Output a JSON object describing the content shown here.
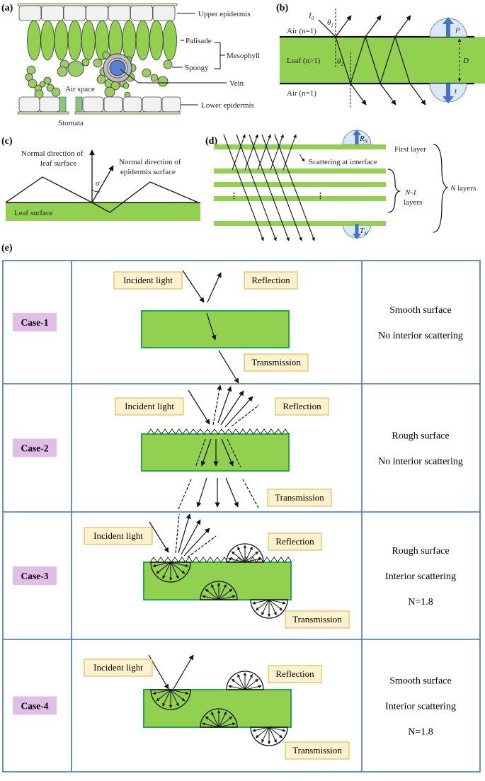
{
  "colors": {
    "leaf_green": "#92d050",
    "leaf_border": "#22a84a",
    "table_border": "#4472c4",
    "label_box_fill": "#fff2cc",
    "label_box_border": "#d6a93c",
    "case_fill": "#e1bee7",
    "vein_blue": "#5b7ed6",
    "arrow_blue": "#4472c4",
    "bubble_fill": "#dce8f5",
    "spongy_green": "#9ccc65"
  },
  "panel_a": {
    "label": "(a)",
    "upper_epidermis": "Upper epidermis",
    "palisade": "Palisade",
    "spongy": "Spongy",
    "mesophyll": "Mesophyll",
    "vein": "Vein",
    "air_space": "Air space",
    "lower_epidermis": "Lower epidermis",
    "stomata": "Stomata"
  },
  "panel_b": {
    "label": "(b)",
    "incident": "I",
    "incident_sub": "0",
    "theta1": "θ",
    "theta1_sub": "1",
    "theta2": "θ",
    "theta2_sub": "2",
    "air_top": "Air (n=1)",
    "leaf": "Leaf (n>1)",
    "air_bottom": "Air (n=1)",
    "rho": "ρ",
    "thickness": "D",
    "t": "t"
  },
  "panel_c": {
    "label": "(c)",
    "normal_leaf": [
      "Normal direction of",
      "leaf surface"
    ],
    "normal_epidermis": [
      "Normal direction of",
      "epidermis  surface"
    ],
    "alpha": "α",
    "leaf_surface": "Leaf surface"
  },
  "panel_d": {
    "label": "(d)",
    "rn": "R",
    "rn_sub": "N",
    "tn": "T",
    "tn_sub": "N",
    "first_layer": "First layer",
    "scattering": "Scattering at interface",
    "n_minus_1": [
      "N-1",
      "layers"
    ],
    "n_layers": "N layers",
    "ellipsis": "⋮"
  },
  "panel_e": {
    "label": "(e)",
    "rows": [
      {
        "case": "Case-1",
        "incident": "Incident light",
        "reflection": "Reflection",
        "transmission": "Transmission",
        "surface": "Smooth surface",
        "interior": "No interior scattering",
        "n_value": ""
      },
      {
        "case": "Case-2",
        "incident": "Incident light",
        "reflection": "Reflection",
        "transmission": "Transmission",
        "surface": "Rough surface",
        "interior": "No interior scattering",
        "n_value": ""
      },
      {
        "case": "Case-3",
        "incident": "Incident light",
        "reflection": "Reflection",
        "transmission": "Transmission",
        "surface": "Rough surface",
        "interior": "Interior scattering",
        "n_value": "N=1.8"
      },
      {
        "case": "Case-4",
        "incident": "Incident light",
        "reflection": "Reflection",
        "transmission": "Transmission",
        "surface": "Smooth surface",
        "interior": "Interior scattering",
        "n_value": "N=1.8"
      }
    ]
  }
}
